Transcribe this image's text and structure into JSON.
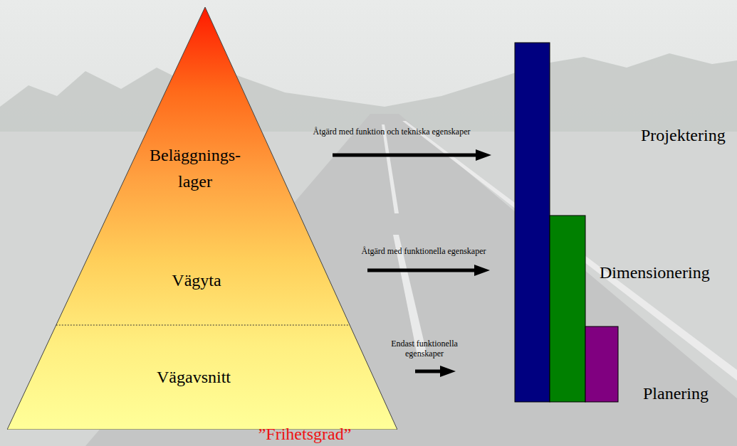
{
  "diagram": {
    "nodes": [
      {
        "text": [
          "Beläggnings- lager",
          "Vägyta",
          "Vägavsnitt"
        ]
      }
    ],
    "labels": [
      "Åtgärd med funktion och tekniska egenskaper",
      "Projektering",
      "Åtgärd med funktionella egenskaper",
      "Dimensionering",
      "Endast funktionella egenskaper",
      "Planering",
      "”Frihetsgrad”"
    ]
  }
}
